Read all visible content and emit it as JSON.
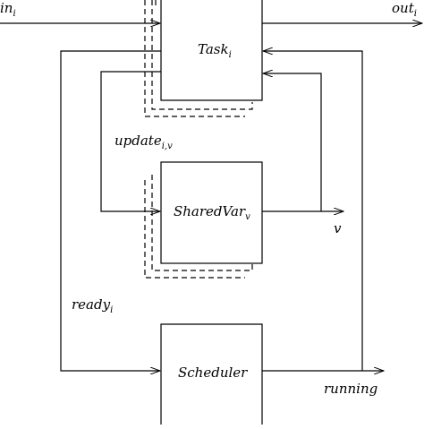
{
  "diagram": {
    "inputs": {
      "in": {
        "base": "in",
        "sub": "i"
      }
    },
    "outputs": {
      "out": {
        "base": "out",
        "sub": "i"
      },
      "v": {
        "base": "v"
      },
      "running": {
        "base": "running"
      }
    },
    "blocks": {
      "task": {
        "base": "Task",
        "sub": "i"
      },
      "sharedvar": {
        "base": "SharedVar",
        "sub": "v"
      },
      "scheduler": {
        "base": "Scheduler"
      }
    },
    "edge_labels": {
      "update": {
        "base": "update",
        "sub": "i,v"
      },
      "ready": {
        "base": "ready",
        "sub": "i"
      }
    }
  }
}
